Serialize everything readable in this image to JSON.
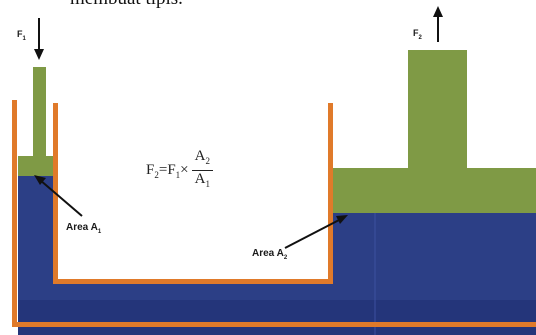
{
  "header_text": "membuat tipis.",
  "force_left": {
    "symbol": "F",
    "sub": "1"
  },
  "force_right": {
    "symbol": "F",
    "sub": "2"
  },
  "area_left": {
    "text": "Area A",
    "sub": "1"
  },
  "area_right": {
    "text": "Area A",
    "sub": "2"
  },
  "formula": {
    "lhs": "F",
    "lhs_sub": "2",
    "eq": " = ",
    "term": "F",
    "term_sub": "1",
    "times": " × ",
    "num": "A",
    "num_sub": "2",
    "den": "A",
    "den_sub": "1"
  },
  "colors": {
    "container": "#e07a2a",
    "fluid": "#2c3f86",
    "fluid_dark": "#24357a",
    "piston": "#7f9a45",
    "arrow": "#111111"
  }
}
